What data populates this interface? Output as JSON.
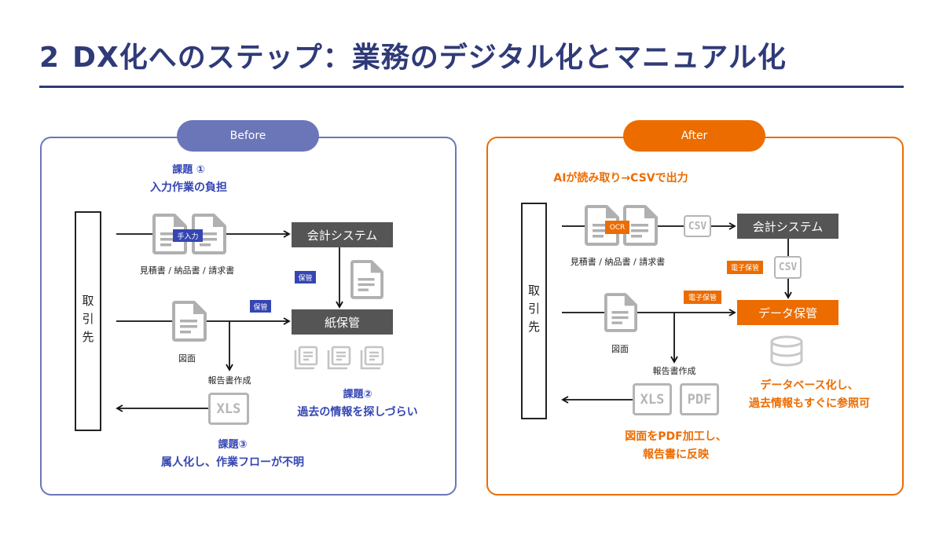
{
  "header": {
    "section_number": "2",
    "title": "DX化へのステップ：業務のデジタル化とマニュアル化"
  },
  "before": {
    "label": "Before",
    "client": "取引先",
    "issue1": {
      "heading": "課題 ①",
      "body": "入力作業の負担"
    },
    "issue2": {
      "heading": "課題②",
      "body": "過去の情報を探しづらい"
    },
    "issue3": {
      "heading": "課題③",
      "body": "属人化し、作業フローが不明"
    },
    "docs_label": "見積書 / 納品書 / 請求書",
    "manual_input_badge": "手入力",
    "accounting_system": "会計システム",
    "store_badge_1": "保管",
    "store_badge_2": "保管",
    "drawing_label": "図面",
    "report_label": "報告書作成",
    "paper_storage": "紙保管",
    "xls_label": "XLS",
    "accent_color": "#6b76b9",
    "issue_color": "#3546b3"
  },
  "after": {
    "label": "After",
    "client": "取引先",
    "ai_note": "AIが読み取り→CSVで出力",
    "ocr_badge": "OCR",
    "docs_label": "見積書 / 納品書 / 請求書",
    "csv_label_1": "CSV",
    "csv_label_2": "CSV",
    "accounting_system": "会計システム",
    "e_store_badge_1": "電子保管",
    "e_store_badge_2": "電子保管",
    "data_storage": "データ保管",
    "drawing_label": "図面",
    "report_label": "報告書作成",
    "xls_label": "XLS",
    "pdf_label": "PDF",
    "db_note": [
      "データベース化し、",
      "過去情報もすぐに参照可"
    ],
    "pdf_note": [
      "図面をPDF加工し、",
      "報告書に反映"
    ],
    "accent_color": "#ec6c00"
  }
}
